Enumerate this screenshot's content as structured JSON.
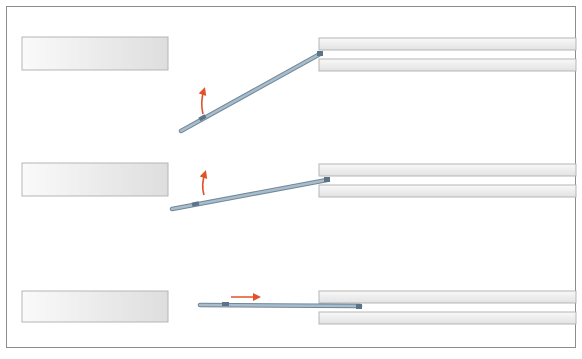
{
  "diagram": {
    "steps": [
      {
        "motion": "rotate-up",
        "arrow_color": "#e0522a"
      },
      {
        "motion": "rotate-up",
        "arrow_color": "#e0522a"
      },
      {
        "motion": "slide-right",
        "arrow_color": "#e0522a"
      }
    ],
    "colors": {
      "rod": "#a9bccb",
      "rod_edge": "#6f8799",
      "block_light": "#f7f7f7",
      "block_dark": "#dcdcdc",
      "block_border": "#b5b5b5",
      "frame_border": "#8c8c8c",
      "arrow": "#e0522a"
    }
  }
}
